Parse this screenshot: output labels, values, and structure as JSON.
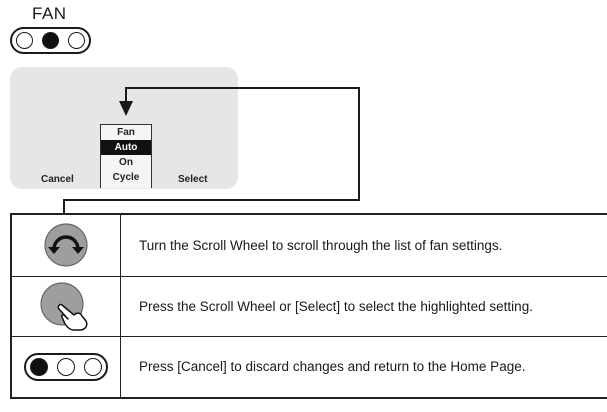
{
  "fan_indicator": {
    "label": "FAN",
    "dots": [
      "empty",
      "filled",
      "empty"
    ]
  },
  "screen": {
    "soft_keys": {
      "cancel": "Cancel",
      "select": "Select"
    },
    "menu": {
      "items": [
        "Fan",
        "Auto",
        "On",
        "Cycle"
      ],
      "selected": "Auto"
    }
  },
  "steps": [
    {
      "icon": "scroll-wheel-rotate-icon",
      "text": "Turn the Scroll Wheel to scroll through the list of fan settings."
    },
    {
      "icon": "scroll-wheel-press-icon",
      "text": "Press the Scroll Wheel or [Select] to select the highlighted setting."
    },
    {
      "icon": "indicator-left-filled-icon",
      "dots": [
        "filled",
        "empty",
        "empty"
      ],
      "text": "Press [Cancel] to discard changes and return to the Home Page."
    }
  ],
  "colors": {
    "line": "#1a1a1a",
    "screen_bg": "#e6e6e6",
    "wheel_gray": "#9e9e9e"
  }
}
